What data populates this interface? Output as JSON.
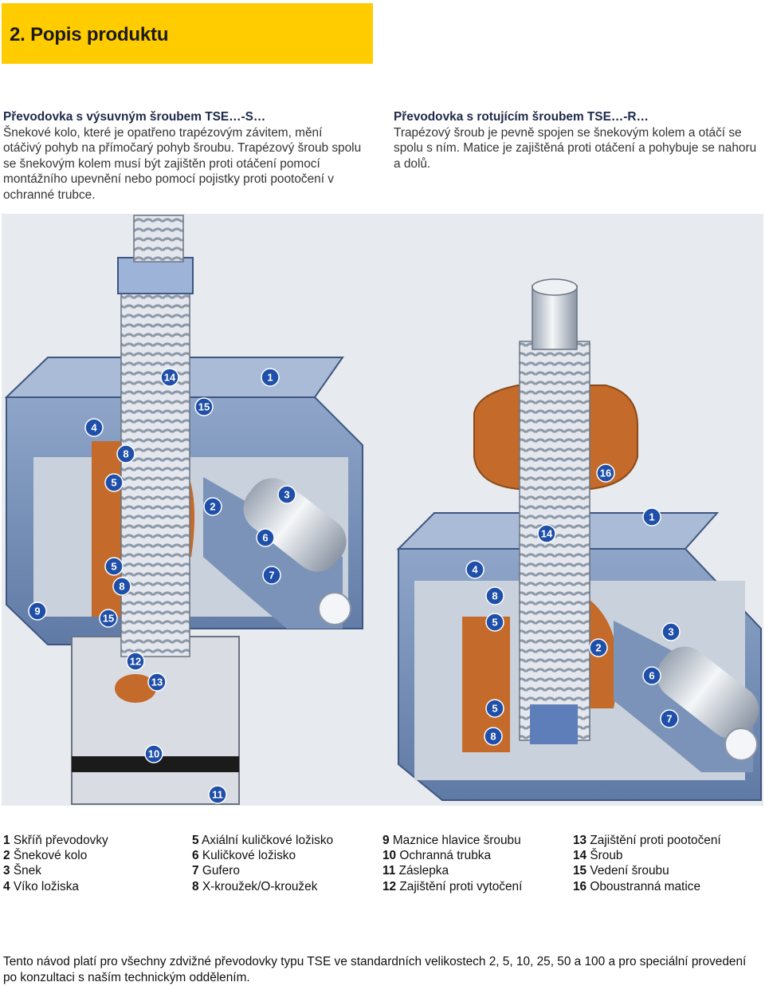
{
  "header": {
    "title": "2. Popis produktu",
    "bg_color": "#ffcc00"
  },
  "left_text": {
    "heading": "Převodovka s výsuvným šroubem TSE…-S…",
    "body": "Šnekové kolo, které je opatřeno trapézovým závitem, mění otáčivý pohyb na přímočarý pohyb šroubu. Trapézový šroub spolu se šnekovým kolem musí být zajištěn proti otáčení pomocí montážního upevnění nebo pomocí pojistky proti pootočení v ochranné trubce."
  },
  "right_text": {
    "heading": "Převodovka s rotujícím šroubem TSE…-R…",
    "body": "Trapézový šroub je pevně spojen se šnekovým kolem a otáčí se spolu s ním. Matice je zajištěná proti otáčení a pohybuje se nahoru a dolů."
  },
  "figure": {
    "colors": {
      "housing": "#6b86b0",
      "housing_light": "#9fb3d2",
      "cut": "#c7d0dc",
      "bronze": "#c46a2a",
      "steel": "#dfe3e8",
      "callout": "#1f4fa8"
    },
    "left_callouts": [
      "14",
      "1",
      "15",
      "4",
      "8",
      "5",
      "2",
      "3",
      "6",
      "5",
      "8",
      "7",
      "9",
      "15",
      "12",
      "13",
      "10",
      "11"
    ],
    "right_callouts": [
      "16",
      "1",
      "14",
      "4",
      "8",
      "5",
      "2",
      "3",
      "6",
      "5",
      "8",
      "7"
    ]
  },
  "legend": {
    "col1": [
      {
        "num": "1",
        "text": "Skříň převodovky"
      },
      {
        "num": "2",
        "text": "Šnekové kolo"
      },
      {
        "num": "3",
        "text": "Šnek"
      },
      {
        "num": "4",
        "text": "Víko ložiska"
      }
    ],
    "col2": [
      {
        "num": "5",
        "text": "Axiální kuličkové ložisko"
      },
      {
        "num": "6",
        "text": "Kuličkové ložisko"
      },
      {
        "num": "7",
        "text": "Gufero"
      },
      {
        "num": "8",
        "text": "X-kroužek/O-kroužek"
      }
    ],
    "col3": [
      {
        "num": "9",
        "text": "Maznice hlavice šroubu"
      },
      {
        "num": "10",
        "text": "Ochranná trubka"
      },
      {
        "num": "11",
        "text": "Záslepka"
      },
      {
        "num": "12",
        "text": "Zajištění proti vytočení"
      }
    ],
    "col4": [
      {
        "num": "13",
        "text": "Zajištění proti pootočení"
      },
      {
        "num": "14",
        "text": "Šroub"
      },
      {
        "num": "15",
        "text": "Vedení šroubu"
      },
      {
        "num": "16",
        "text": "Oboustranná matice"
      }
    ]
  },
  "footer": "Tento návod platí pro všechny zdvižné převodovky typu TSE ve standardních velikostech 2, 5, 10, 25, 50 a 100 a pro speciální provedení po konzultaci s naším technickým oddělením."
}
